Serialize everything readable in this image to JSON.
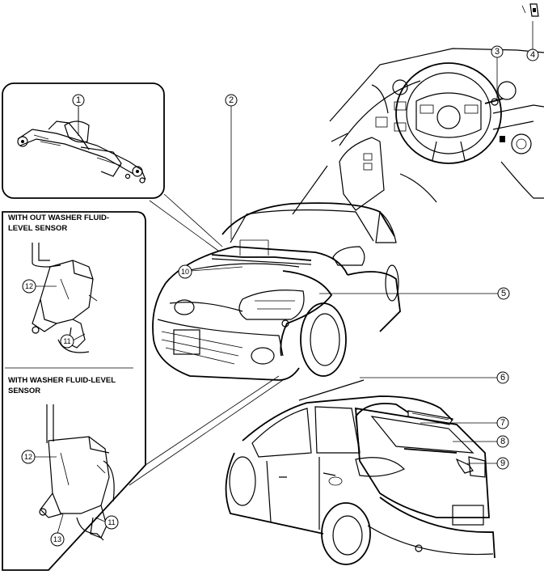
{
  "callouts": [
    "1",
    "2",
    "3",
    "4",
    "5",
    "6",
    "7",
    "8",
    "9",
    "10",
    "11",
    "12",
    "13"
  ],
  "captions": {
    "without_sensor_line1": "WITH OUT WASHER FLUID-",
    "without_sensor_line2": "LEVEL SENSOR",
    "with_sensor_line1": "WITH WASHER FLUID-LEVEL",
    "with_sensor_line2": "SENSOR"
  }
}
